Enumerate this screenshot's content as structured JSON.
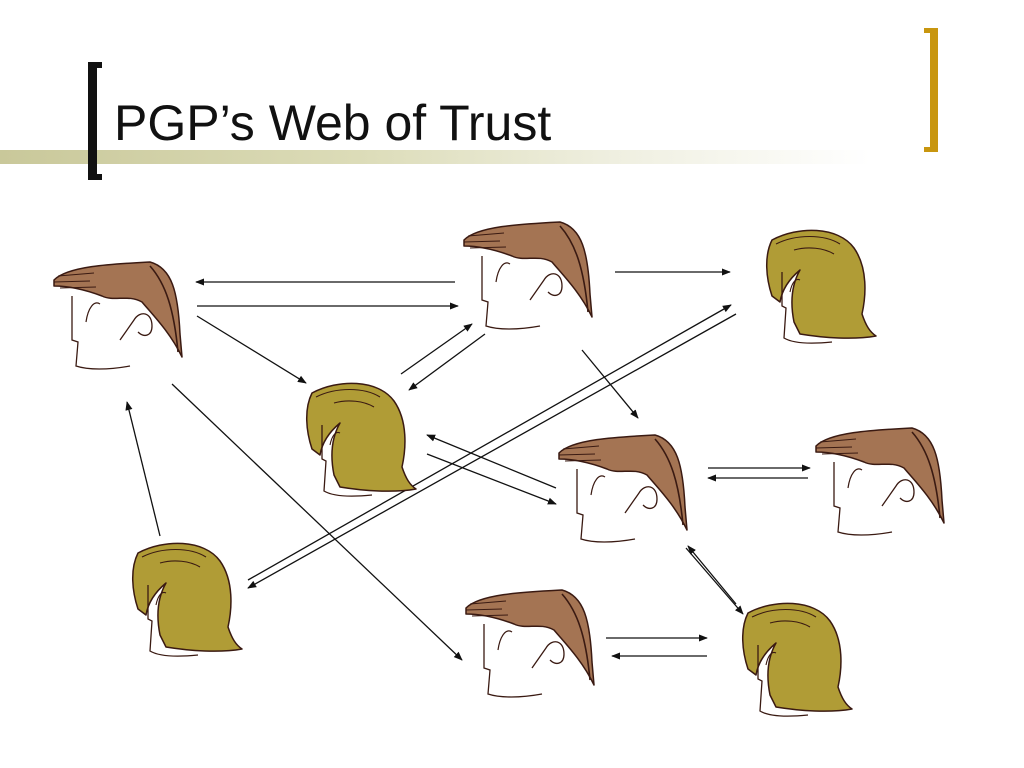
{
  "slide": {
    "title": "PGP’s Web of Trust"
  },
  "colors": {
    "male_hair": "#a47453",
    "female_hair": "#b09c36",
    "outline": "#3a1a12",
    "edge": "#111111",
    "title_text": "#111111",
    "left_bracket": "#111111",
    "right_bracket": "#c8960f"
  },
  "people": [
    {
      "id": "p1",
      "kind": "male"
    },
    {
      "id": "p2",
      "kind": "male"
    },
    {
      "id": "p3",
      "kind": "female"
    },
    {
      "id": "p4",
      "kind": "female"
    },
    {
      "id": "p5",
      "kind": "male"
    },
    {
      "id": "p6",
      "kind": "male"
    },
    {
      "id": "p7",
      "kind": "female"
    },
    {
      "id": "p8",
      "kind": "male"
    },
    {
      "id": "p9",
      "kind": "female"
    }
  ],
  "edges": [
    {
      "from": "p2",
      "to": "p1"
    },
    {
      "from": "p1",
      "to": "p2"
    },
    {
      "from": "p2",
      "to": "p3"
    },
    {
      "from": "p1",
      "to": "p4"
    },
    {
      "from": "p4",
      "to": "p2"
    },
    {
      "from": "p2",
      "to": "p4"
    },
    {
      "from": "p2",
      "to": "p5"
    },
    {
      "from": "p5",
      "to": "p4"
    },
    {
      "from": "p4",
      "to": "p5"
    },
    {
      "from": "p5",
      "to": "p6"
    },
    {
      "from": "p6",
      "to": "p5"
    },
    {
      "from": "p7",
      "to": "p1"
    },
    {
      "from": "p7",
      "to": "p3"
    },
    {
      "from": "p3",
      "to": "p7"
    },
    {
      "from": "p1",
      "to": "p8"
    },
    {
      "from": "p5",
      "to": "p9"
    },
    {
      "from": "p9",
      "to": "p5"
    },
    {
      "from": "p8",
      "to": "p9"
    },
    {
      "from": "p9",
      "to": "p8"
    }
  ]
}
